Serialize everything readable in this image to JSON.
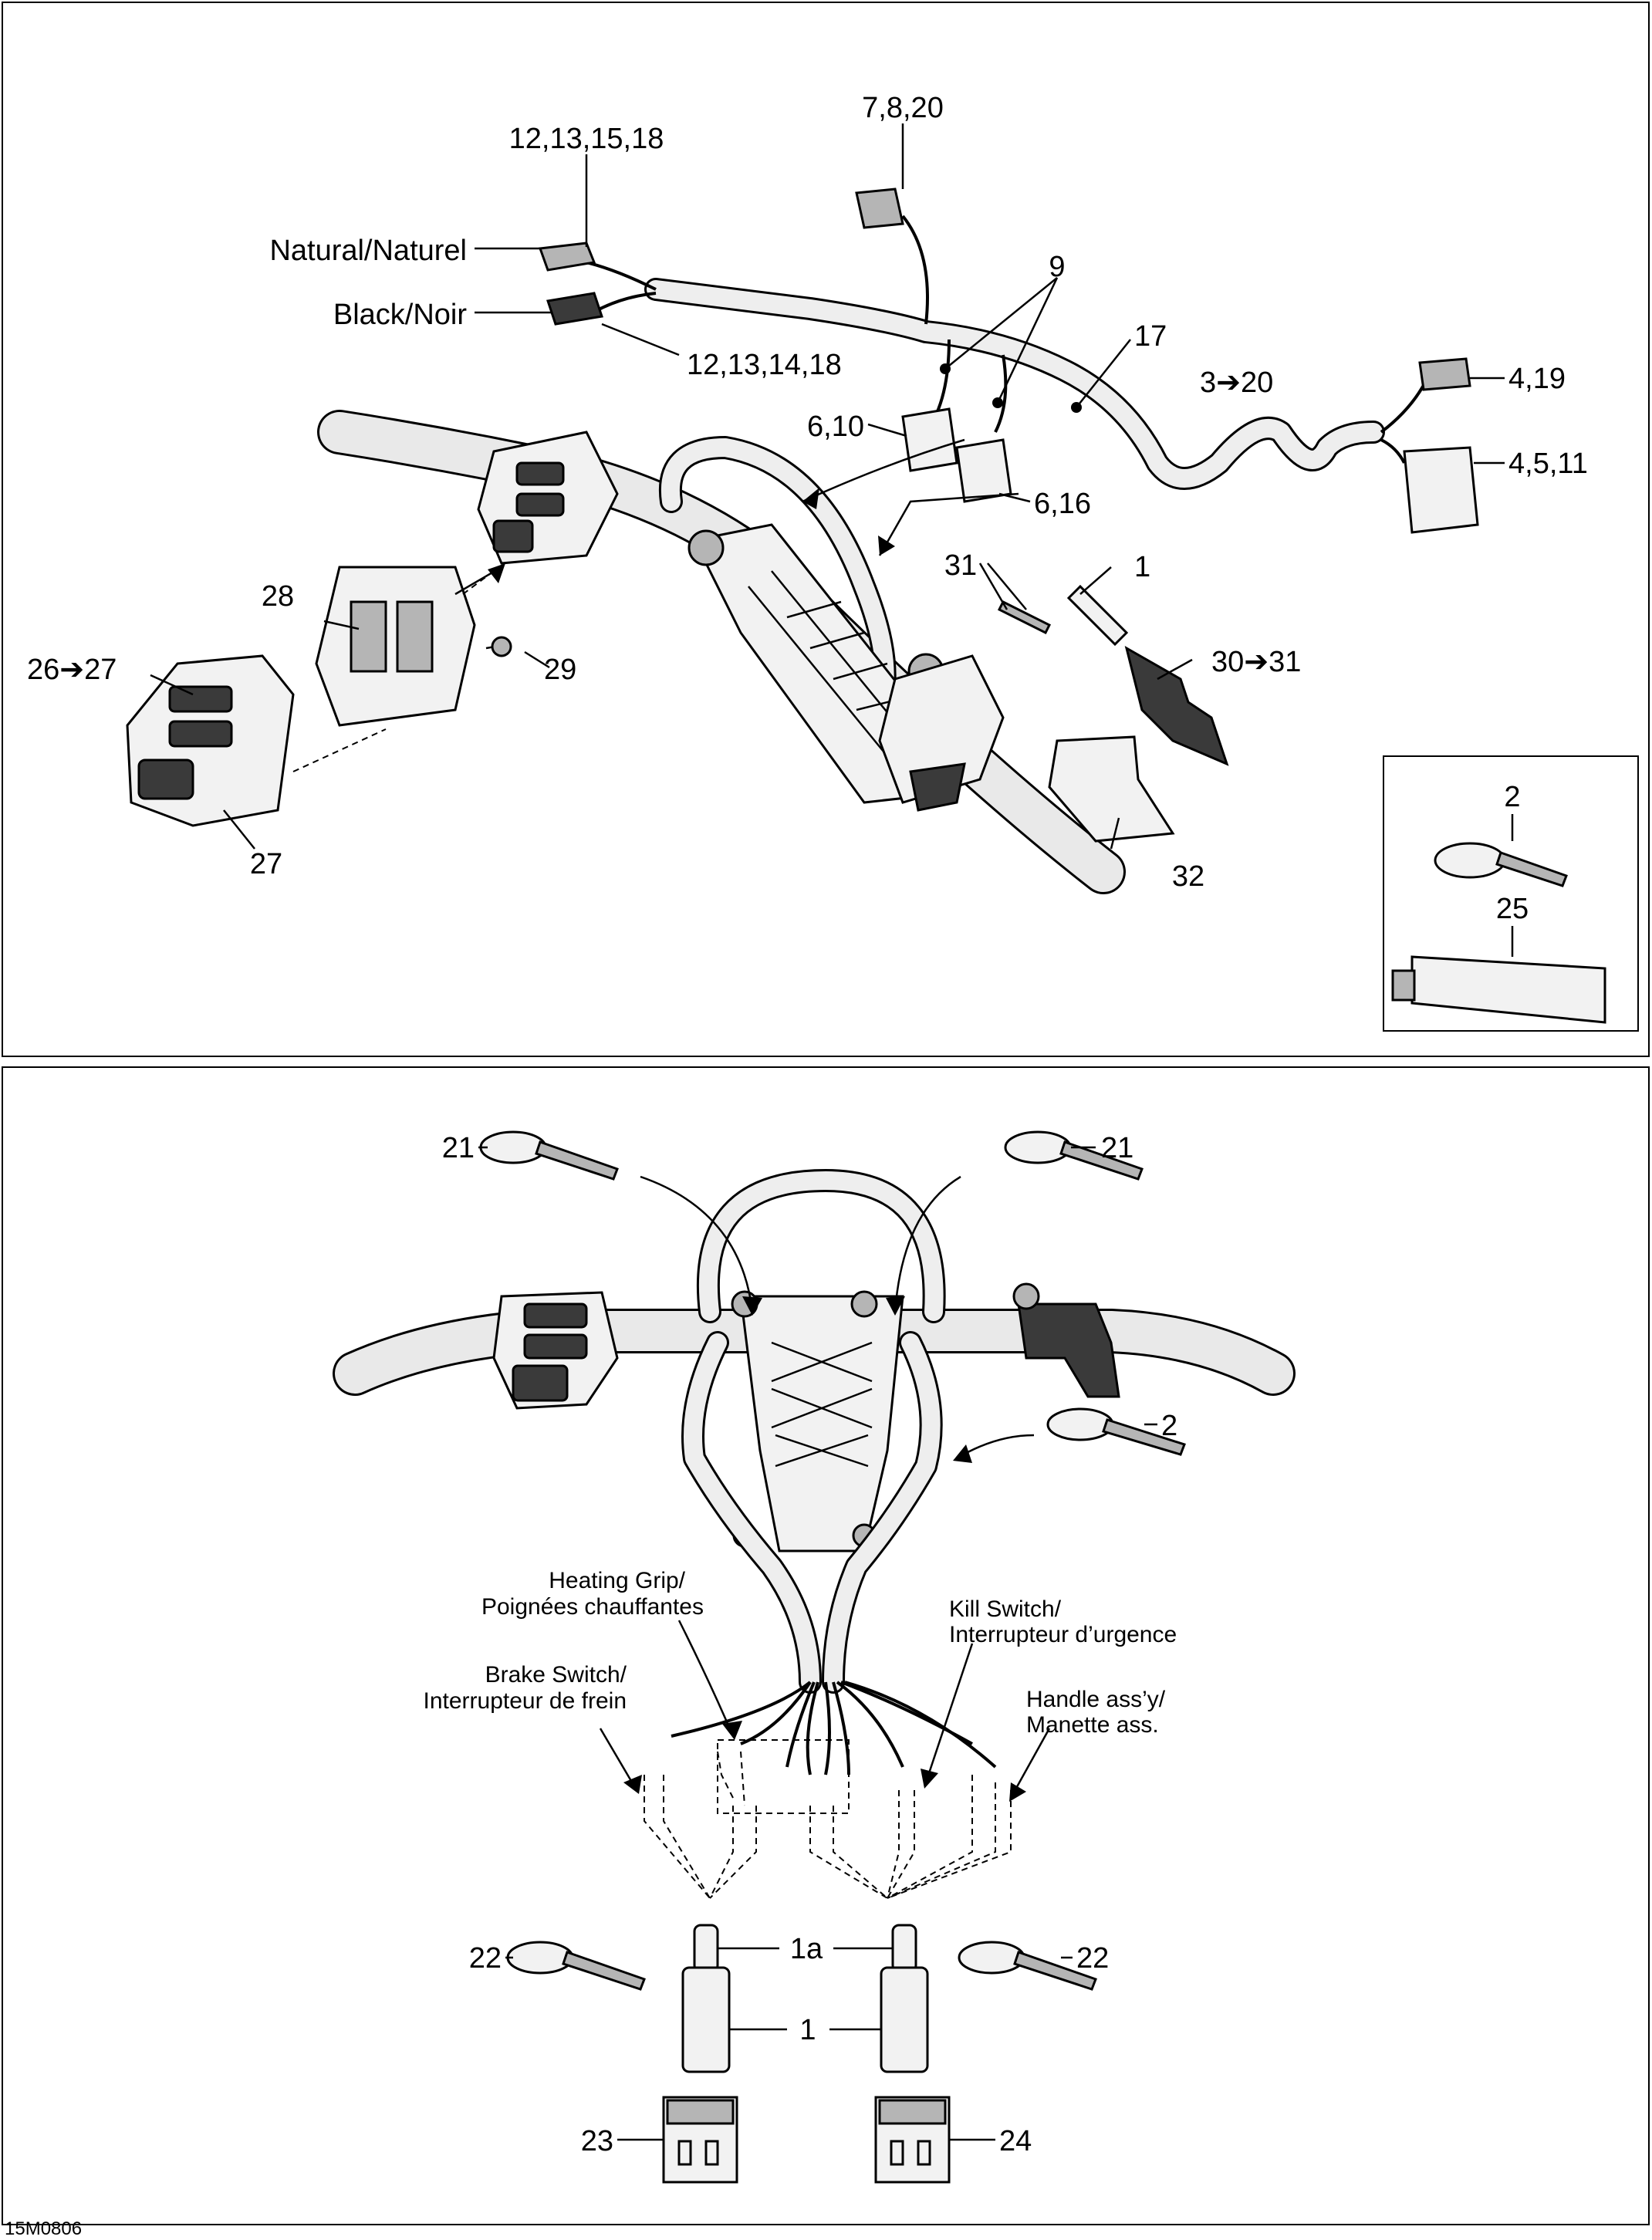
{
  "figure_code": "15M0806",
  "top_panel": {
    "callouts": {
      "c_7_8_20": "7,8,20",
      "c_12_13_15_18": "12,13,15,18",
      "natural": "Natural/Naturel",
      "black": "Black/Noir",
      "c_12_13_14_18": "12,13,14,18",
      "c_9": "9",
      "c_17": "17",
      "c_3_20": "3➔20",
      "c_4_19": "4,19",
      "c_4_5_11": "4,5,11",
      "c_6_10": "6,10",
      "c_6_16": "6,16",
      "c_31": "31",
      "c_1": "1",
      "c_30_31": "30➔31",
      "c_28": "28",
      "c_26_27": "26➔27",
      "c_29": "29",
      "c_27": "27",
      "c_32": "32"
    },
    "inset": {
      "c_2": "2",
      "c_25": "25"
    }
  },
  "bottom_panel": {
    "callouts": {
      "c_21_left": "21",
      "c_21_right": "21",
      "c_2": "2",
      "c_22_left": "22",
      "c_22_right": "22",
      "c_1a": "1a",
      "c_1": "1",
      "c_23": "23",
      "c_24": "24"
    },
    "wire_labels": {
      "heating_grip_en": "Heating Grip/",
      "heating_grip_fr": "Poignées chauffantes",
      "kill_switch_en": "Kill Switch/",
      "kill_switch_fr": "Interrupteur d’urgence",
      "brake_switch_en": "Brake Switch/",
      "brake_switch_fr": "Interrupteur de frein",
      "handle_en": "Handle ass’y/",
      "handle_fr": "Manette ass."
    }
  }
}
